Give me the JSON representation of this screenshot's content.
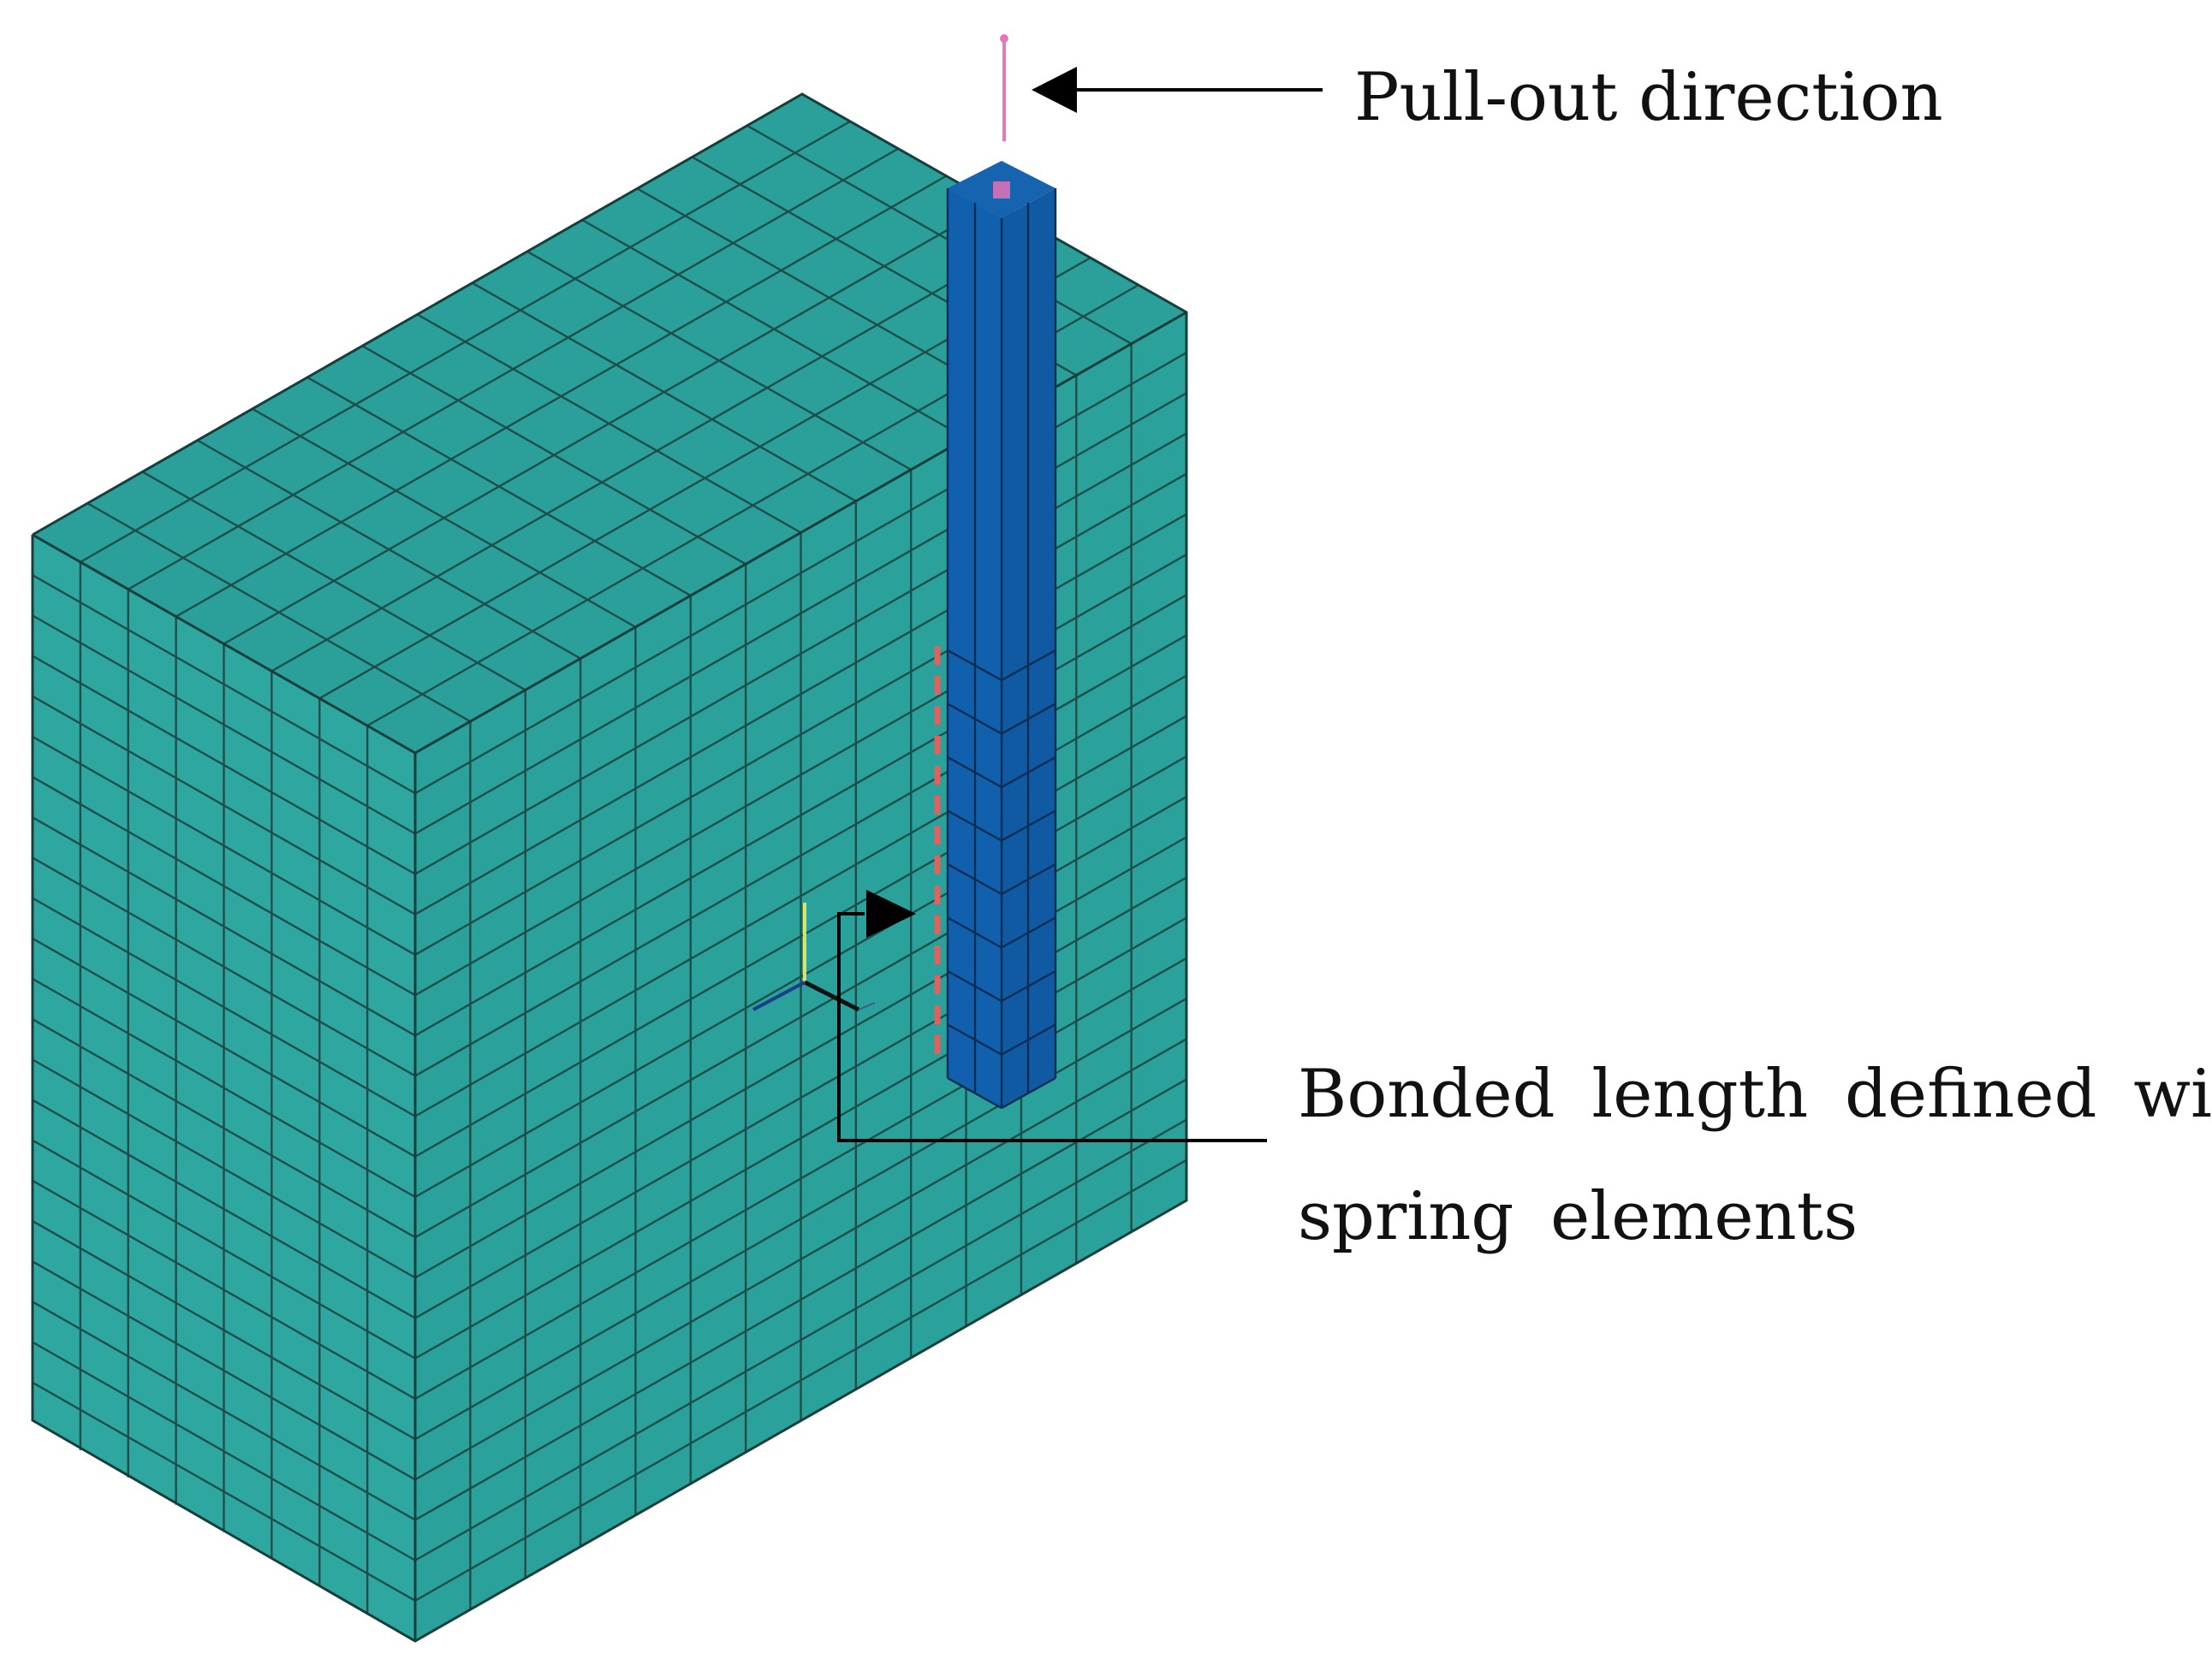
{
  "annotations": {
    "pull_out": "Pull-out direction",
    "bonded_line1": "Bonded length defined with",
    "bonded_line2": "spring elements"
  },
  "colors": {
    "solid_block": "#2ea7a1",
    "solid_block_top": "#2b9f99",
    "solid_block_right": "#2aa19b",
    "rod_front": "#1160ad",
    "rod_side": "#0f5aa2",
    "rod_top": "#1663b0",
    "rod_cap_node": "#c46fb6",
    "load_line": "#e27bb5",
    "spring_elements": "#e0625f",
    "mesh_lines": "#1d4f4a",
    "arrow": "#000000"
  },
  "mesh": {
    "block_depth_divisions": 14,
    "block_width_divisions": 8,
    "block_height_divisions": 22,
    "rod_front_segments_top": 1,
    "rod_bonded_segments": 8
  }
}
